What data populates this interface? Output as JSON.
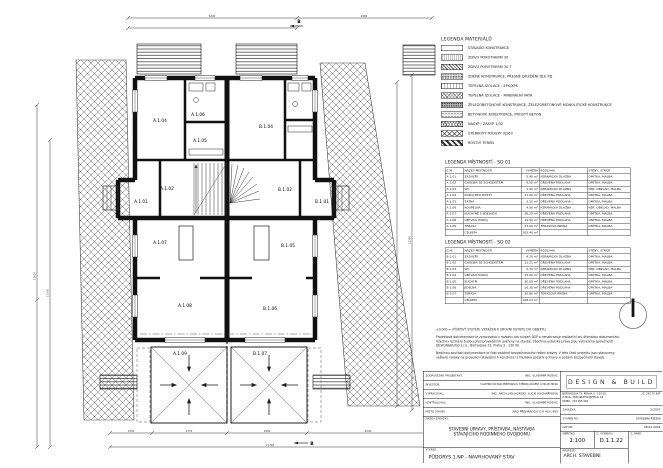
{
  "plan": {
    "section_marker": "B",
    "rooms": [
      "A.1.04",
      "A.1.06",
      "A.1.05",
      "B.1.04",
      "A.1.01",
      "A.1.02",
      "B.1.02",
      "B.1.01",
      "A.1.07",
      "B.1.05",
      "A.1.08",
      "B.1.06",
      "A.1.09",
      "B.1.07"
    ],
    "dims": {
      "top1": "6230",
      "top2": "4980",
      "b1": "1550",
      "b2": "2770",
      "b3": "2950",
      "b4": "4540",
      "total": "11798",
      "left1": "12620",
      "left2": "11330",
      "right1": "12350"
    }
  },
  "materials_legend": {
    "title": "LEGENDA MATERIÁLŮ",
    "items": [
      {
        "label": "STÁVAJÍCÍ KONSTRUKCE",
        "cls": "sw-blank"
      },
      {
        "label": "ZDIVO POROTHERM 30",
        "cls": "sw-poro"
      },
      {
        "label": "ZDIVO POROTHERM 30 T",
        "cls": "sw-diag"
      },
      {
        "label": "ZDĚNÉ KONSTRUKCE, PŘESNÉ DOZDĚNÍ DLE PD",
        "cls": "sw-dense"
      },
      {
        "label": "TEPELNÁ IZOLACE - EPS/XPS",
        "cls": "sw-eps"
      },
      {
        "label": "TEPELNÁ IZOLACE - MINERÁLNÍ VATA",
        "cls": "sw-mw"
      },
      {
        "label": "ŽELEZOBETONOVÉ KONSTRUKCE, ŽELEZOBETONOVÉ MONOLITICKÉ KONSTRUKCE",
        "cls": "sw-zb"
      },
      {
        "label": "BETONOVÉ KONSTRUKCE, PROSTÝ BETON",
        "cls": "sw-beton"
      },
      {
        "label": "NÁSYP / ZÁSYP 1/32",
        "cls": "sw-nasyp"
      },
      {
        "label": "ŠTĚRKOVÝ PODSYP 32/63",
        "cls": "sw-podsyp"
      },
      {
        "label": "ROSTLÝ TERÉN",
        "cls": "sw-teren"
      }
    ]
  },
  "room_tables": [
    {
      "title": "LEGENDA MÍSTNOSTÍ - SO 01",
      "headers": [
        "Č.M.",
        "NÁZEV MÍSTNOSTI",
        "VÝMĚRA",
        "PODLAHA",
        "STĚNY, STROP"
      ],
      "rows": [
        {
          "no": "A 1.01",
          "name": "ZÁDVEŘÍ",
          "area": "5.90 m²",
          "floor": "KERAMICKÁ DLAŽBA",
          "walls": "OMÍTKA, MALBA"
        },
        {
          "no": "A 1.02",
          "name": "CHODBA SE SCHODIŠTĚM",
          "area": "9.50 m²",
          "floor": "DŘEVĚNÁ PODLAHA",
          "walls": "OMÍTKA, MALBA"
        },
        {
          "no": "A 1.03",
          "name": "WC",
          "area": "1.90 m²",
          "floor": "KERAMICKÁ DLAŽBA",
          "walls": "KER. OBKLAD, MALBA"
        },
        {
          "no": "A 1.04",
          "name": "POKOJ PRO HOSTY",
          "area": "11.00 m²",
          "floor": "DŘEVĚNÁ PODLAHA",
          "walls": "OMÍTKA, MALBA"
        },
        {
          "no": "A 1.05",
          "name": "ŠATNA",
          "area": "3.50 m²",
          "floor": "DŘEVĚNÁ PODLAHA",
          "walls": "OMÍTKA, MALBA"
        },
        {
          "no": "A 1.06",
          "name": "KOUPELNA",
          "area": "4.90 m²",
          "floor": "KERAMICKÁ DLAŽBA",
          "walls": "KER. OBKLAD, MALBA"
        },
        {
          "no": "A 1.07",
          "name": "KUCHYNĚ S JÍDELNOU",
          "area": "26.20 m²",
          "floor": "DŘEVĚNÁ PODLAHA",
          "walls": "OMÍTKA, MALBA"
        },
        {
          "no": "A 1.08",
          "name": "OBÝVACÍ POKOJ",
          "area": "19.50 m²",
          "floor": "DŘEVĚNÁ PODLAHA",
          "walls": "OMÍTKA, MALBA"
        },
        {
          "no": "A 1.09",
          "name": "TERASA",
          "area": "23.00 m²",
          "floor": "TERASOVÁ PRKNA",
          "walls": "OMÍTKA, MALBA"
        }
      ],
      "total_label": "CELKEM",
      "total_value": "105.40 m²"
    },
    {
      "title": "LEGENDA MÍSTNOSTÍ - SO 02",
      "headers": [
        "Č.M.",
        "NÁZEV MÍSTNOSTI",
        "VÝMĚRA",
        "PODLAHA",
        "STĚNY, STROP"
      ],
      "rows": [
        {
          "no": "B 1.01",
          "name": "ZÁDVEŘÍ",
          "area": "4.20 m²",
          "floor": "KERAMICKÁ DLAŽBA",
          "walls": "OMÍTKA, MALBA"
        },
        {
          "no": "B 1.02",
          "name": "CHODBA SE SCHODIŠTĚM",
          "area": "11.21 m²",
          "floor": "DŘEVĚNÁ PODLAHA",
          "walls": "OMÍTKA, MALBA"
        },
        {
          "no": "B 1.03",
          "name": "WC",
          "area": "2.70 m²",
          "floor": "KERAMICKÁ DLAŽBA",
          "walls": "KER. OBKLAD, MALBA"
        },
        {
          "no": "B 1.04",
          "name": "OBÝVACÍ POKOJ",
          "area": "23.00 m²",
          "floor": "DŘEVĚNÁ PODLAHA",
          "walls": "OMÍTKA, MALBA"
        },
        {
          "no": "B 1.05",
          "name": "KUCHYŇ",
          "area": "30.00 m²",
          "floor": "DŘEVĚNÁ PODLAHA",
          "walls": "OMÍTKA, MALBA"
        },
        {
          "no": "B 1.06",
          "name": "JÍDELNA",
          "area": "16.30 m²",
          "floor": "DŘEVĚNÁ PODLAHA",
          "walls": "OMÍTKA, MALBA"
        },
        {
          "no": "B 1.07",
          "name": "TERASA",
          "area": "20.80 m²",
          "floor": "TERASOVÁ PRKNA",
          "walls": "OMÍTKA, MALBA"
        }
      ],
      "total_label": "CELKEM",
      "total_value": "108.21 m²"
    }
  ],
  "notes": {
    "lines": [
      "±0,000 = VÝŠKOVÝ SYSTÉM, VZTAŽEN K ÚROVNI VSTUPU DO OBJEKTU.",
      "",
      "Projektová dokumentace je zpracována v rozsahu pro stupeň DSP a nenahrazuje realizační ani dílenskou dokumentaci.",
      "Všechny rozměry budou před prováděním ověřeny na stavbě. Všechna autorská práva jsou vyhrazena společností",
      "DESIGN&BUILD s.r.o., Bořivojova 73, Praha 3 - 130 00.",
      "",
      "Nedílnou součástí dokumentace je část požárně bezpečnostního řešení stavby. V této části projektu jsou stanoveny",
      "veškeré nároky na provedení stavebních konstrukcí z hlediska požární ochrany a požární bezpečnosti staveb."
    ]
  },
  "titleblock": {
    "resp_label": "ZODPOVĚDNÝ PROJEKTANT:",
    "resp_value": "ING. VLADIMÍR POŠVIC",
    "investor_label": "INVESTOR:",
    "investor_value": "VLASTNÍCI RD NAD PŘEHRADOU, ŠTĚPÁN LOUČENÝ A MILAN TRČKA",
    "vypracoval_label": "VYPRACOVAL:",
    "vypracoval_value": "ING. ARCH. JAN HORSKÝ, LUCIE KUCHAŘÍKOVÁ",
    "kontroloval_label": "KONTROLOVAL:",
    "kontroloval_value": "ING. VLADIMÍR POŠVIC",
    "misto_label": "MÍSTO STAVBY:",
    "misto_value": "NAD PŘEHRADOU Č.P. 453, 455",
    "nazev_label": "NÁZEV ZAKÁZKY:",
    "nazev_line1": "STAVEBNÍ ÚPRAVY, PŘÍSTAVBA, NÁSTAVBA",
    "nazev_line2": "STÁVAJÍCÍHO RODINNÉHO DVOJDOMU",
    "vykres_label": "VÝKRES:",
    "vykres_value": "PŮDORYS 1.NP - NAVRHOVANÝ STAV",
    "company": {
      "logo": "DESIGN & BUILD",
      "address_line1": "BOŘIVOJOVA 73, PRAHA 3 - 130 00",
      "ic": "IČ: 242 75 987",
      "address_line2": "E-MAIL: DOKAZDEHO@EMAIL.CZ",
      "address_line3": "MOBIL: 724 985 994"
    },
    "zakazka_label": "ZAKÁZKA:",
    "zakazka_value": "2/2007",
    "stupen_label": "STUPEŇ PD:",
    "stupen_value": "STAVEBNÍ ŘÍZENÍ",
    "datum_label": "DATUM:",
    "datum_value": "08.02.2024",
    "meritko_label": "MĚŘÍTKO:",
    "meritko_value": "1:100",
    "cvykresu_label": "Č. VÝKRESU:",
    "cvykresu_value": "D.1.1.22",
    "pare_label": "Č. PARÉ:",
    "profese_label": "PROFESE:",
    "profese_value": "ARCH. STAVEBNÍ"
  }
}
